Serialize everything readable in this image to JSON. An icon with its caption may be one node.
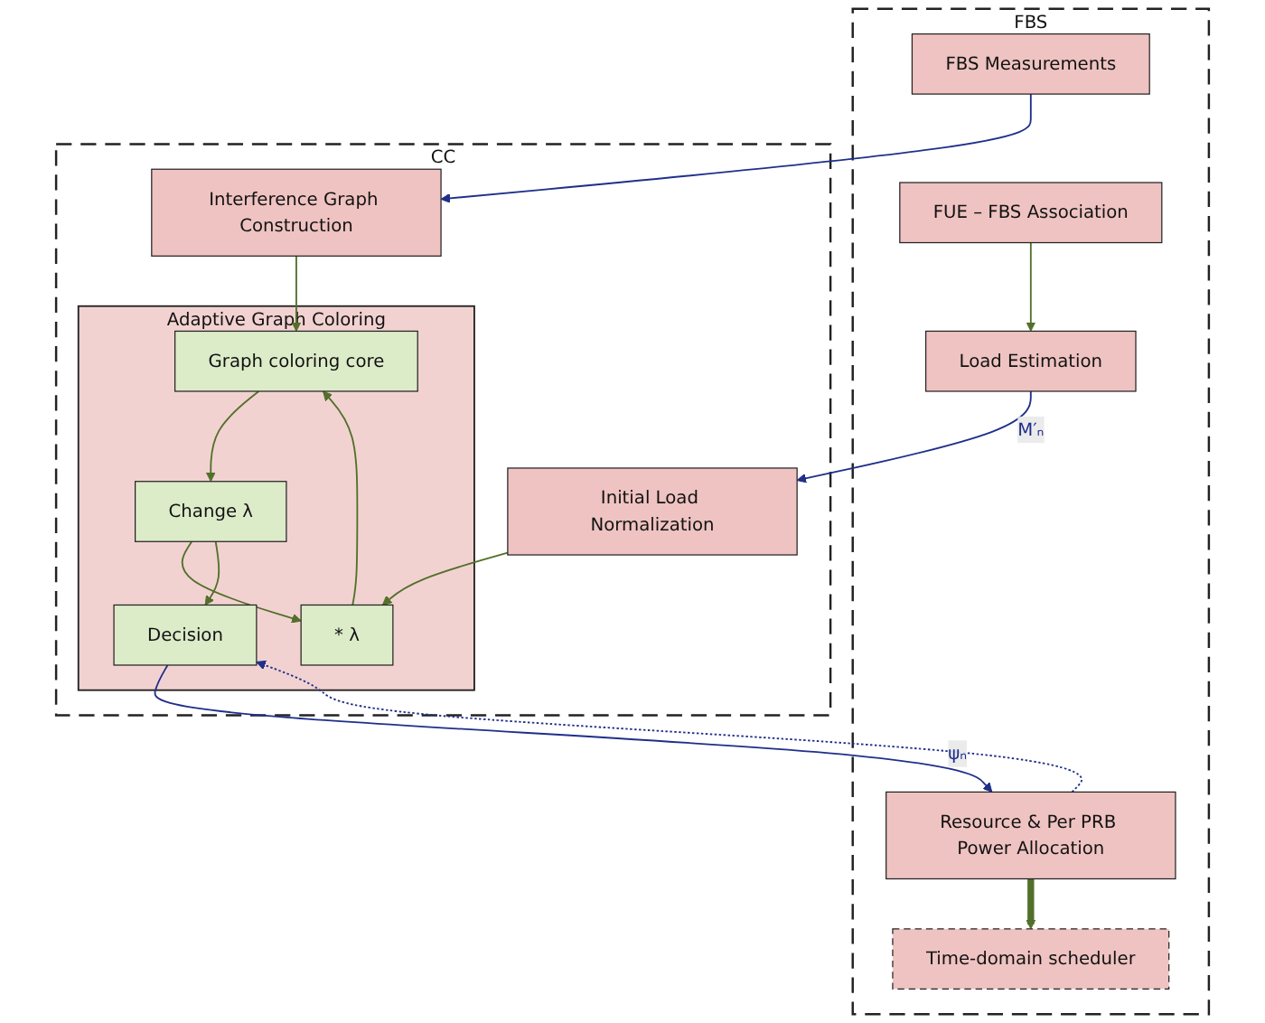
{
  "diagram": {
    "nodes": [
      {
        "text": [
          "FBS"
        ]
      },
      {
        "text": [
          "FBS Measurements"
        ],
        "in": 0
      },
      {
        "text": [
          "FUE – FBS Association"
        ],
        "in": 0
      },
      {
        "text": [
          "Load Estimation"
        ],
        "in": 0
      },
      {
        "text": [
          "Resource & Per PRB Power Allocation"
        ],
        "in": 0
      },
      {
        "text": [
          "Time-domain scheduler"
        ],
        "in": 0
      },
      {
        "text": [
          "CC"
        ]
      },
      {
        "text": [
          "Interference Graph Construction"
        ],
        "in": 6
      },
      {
        "text": [
          "Initial Load Normalization"
        ],
        "in": 6
      },
      {
        "text": [
          "Adaptive Graph Coloring"
        ],
        "in": 6
      },
      {
        "text": [
          "* λ"
        ],
        "in": 9
      },
      {
        "text": [
          "Graph coloring core"
        ],
        "in": 9
      },
      {
        "text": [
          "Change λ"
        ],
        "in": 9
      },
      {
        "text": [
          "Decision"
        ],
        "in": 9
      }
    ],
    "edges": [
      {
        "from": 1,
        "to": 7,
        "arrow": "to",
        "color": "#1f2f8a"
      },
      {
        "from": 2,
        "to": 3,
        "arrow": "to"
      },
      {
        "from": 3,
        "to": 8,
        "arrow": "to",
        "label": "M′ₙ",
        "color": "#1f2f8a"
      },
      {
        "from": 7,
        "to": 11,
        "arrow": "to"
      },
      {
        "from": 8,
        "to": 10,
        "arrow": "to"
      },
      {
        "from": 10,
        "to": 11,
        "arrow": "to"
      },
      {
        "from": 11,
        "to": 12,
        "arrow": "to"
      },
      {
        "from": 12,
        "to": 10,
        "arrow": "to"
      },
      {
        "from": 12,
        "to": 13,
        "arrow": "to"
      },
      {
        "from": 13,
        "to": 4,
        "arrow": "to",
        "label": "ψₙ",
        "color": "#1f2f8a"
      },
      {
        "from": 4,
        "to": 13,
        "arrow": "to",
        "style": "dashed",
        "color": "#1f2f8a"
      },
      {
        "from": 4,
        "to": 5,
        "arrow": "to",
        "style": "thick"
      }
    ]
  }
}
